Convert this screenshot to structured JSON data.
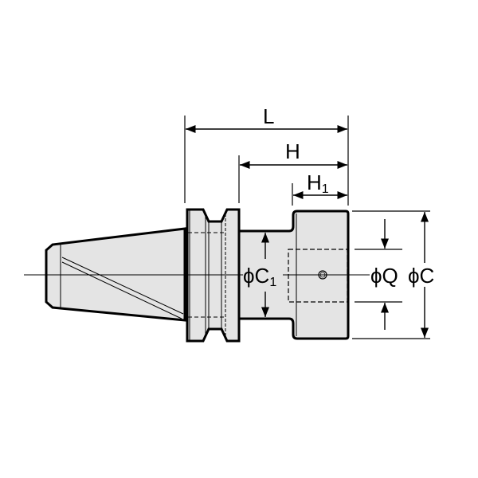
{
  "title": "Tool holder dimension drawing",
  "colors": {
    "body_fill": "#e4e4e4",
    "line": "#000000",
    "background": "#ffffff"
  },
  "dimensions": {
    "L": {
      "main": "L",
      "sub": ""
    },
    "H": {
      "main": "H",
      "sub": ""
    },
    "H1": {
      "main": "H",
      "sub": "1"
    },
    "C1": {
      "main": "ϕC",
      "sub": "1"
    },
    "Q": {
      "main": "ϕQ",
      "sub": ""
    },
    "C": {
      "main": "ϕC",
      "sub": ""
    }
  }
}
